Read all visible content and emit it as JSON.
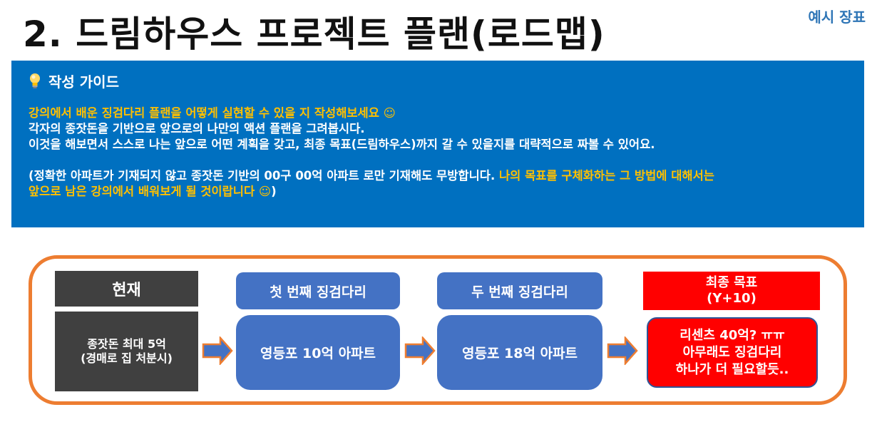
{
  "header": {
    "title": "2. 드림하우스 프로젝트 플랜(로드맵)",
    "tag": "예시 장표"
  },
  "guide": {
    "heading": "작성 가이드",
    "icon": "lightbulb-icon",
    "line1": "강의에서 배운 징검다리 플랜을 어떻게 실현할 수 있을 지 작성해보세요 ☺",
    "line2": "각자의 종잣돈을 기반으로 앞으로의 나만의 액션 플랜을 그려봅시다.",
    "line3": "이것을 해보면서 스스로 나는 앞으로 어떤 계획을 갖고, 최종 목표(드림하우스)까지 갈 수 있을지를 대략적으로 짜볼 수 있어요.",
    "line4_white": "(정확한 아파트가 기재되지 않고 종잣돈 기반의 00구 00억 아파트 로만 기재해도 무방합니다. ",
    "line4_yellow": "나의 목표를 구체화하는 그 방법에 대해서는",
    "line5_yellow": "앞으로 남은 강의에서 배워보게 될 것이랍니다 ☺",
    "line5_white": ")"
  },
  "roadmap": {
    "current": {
      "head": "현재",
      "body_line1": "종잣돈 최대 5억",
      "body_line2": "(경매로 집 처분시)"
    },
    "step1": {
      "head": "첫 번째 징검다리",
      "body": "영등포 10억 아파트"
    },
    "step2": {
      "head": "두 번째 징검다리",
      "body": "영등포 18억 아파트"
    },
    "goal": {
      "head_line1": "최종 목표",
      "head_line2": "(Y+10)",
      "body_line1": "리센츠 40억? ㅠㅠ",
      "body_line2": "아무래도 징검다리",
      "body_line3": "하나가 더 필요할듯.."
    },
    "arrow_icon": "right-arrow-icon"
  },
  "colors": {
    "guide_bg": "#0070C0",
    "highlight": "#FFC000",
    "frame": "#ED7D31",
    "dark_box": "#404040",
    "blue_box": "#4472C4",
    "goal_box": "#FF0000",
    "tag": "#2E75B6"
  }
}
